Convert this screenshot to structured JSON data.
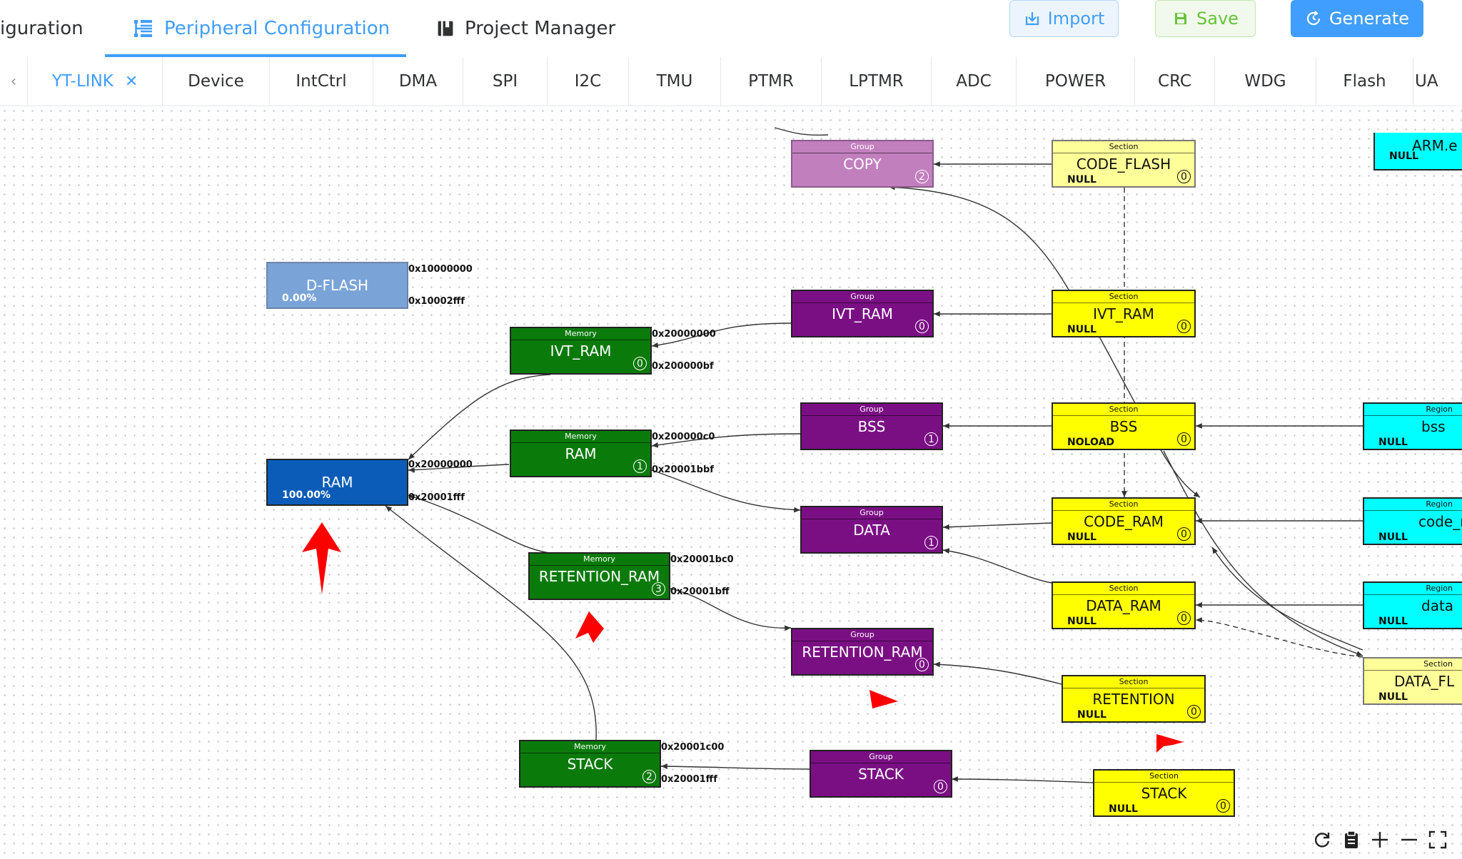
{
  "header": {
    "tabs": [
      {
        "label": "iguration"
      },
      {
        "label": "Peripheral Configuration"
      },
      {
        "label": "Project Manager"
      }
    ],
    "buttons": {
      "import": "Import",
      "save": "Save",
      "generate": "Generate"
    }
  },
  "peripheral_tabs": [
    "YT-LINK",
    "Device",
    "IntCtrl",
    "DMA",
    "SPI",
    "I2C",
    "TMU",
    "PTMR",
    "LPTMR",
    "ADC",
    "POWER",
    "CRC",
    "WDG",
    "Flash",
    "UA"
  ],
  "diagram": {
    "physical": [
      {
        "name": "D-FLASH",
        "usage": "0.00%",
        "start": "0x10000000",
        "end": "0x10002fff"
      },
      {
        "name": "RAM",
        "usage": "100.00%",
        "start": "0x20000000",
        "end": "0x20001fff"
      }
    ],
    "memories": [
      {
        "kind": "Memory",
        "name": "IVT_RAM",
        "count": "0",
        "start": "0x20000000",
        "end": "0x200000bf"
      },
      {
        "kind": "Memory",
        "name": "RAM",
        "count": "1",
        "start": "0x200000c0",
        "end": "0x20001bbf"
      },
      {
        "kind": "Memory",
        "name": "RETENTION_RAM",
        "count": "3",
        "start": "0x20001bc0",
        "end": "0x20001bff"
      },
      {
        "kind": "Memory",
        "name": "STACK",
        "count": "2",
        "start": "0x20001c00",
        "end": "0x20001fff"
      }
    ],
    "groups": [
      {
        "kind": "Group",
        "name": "COPY",
        "count": "2"
      },
      {
        "kind": "Group",
        "name": "IVT_RAM",
        "count": "0"
      },
      {
        "kind": "Group",
        "name": "BSS",
        "count": "1"
      },
      {
        "kind": "Group",
        "name": "DATA",
        "count": "1"
      },
      {
        "kind": "Group",
        "name": "RETENTION_RAM",
        "count": "0"
      },
      {
        "kind": "Group",
        "name": "STACK",
        "count": "0"
      }
    ],
    "sections": [
      {
        "kind": "Section",
        "name": "CODE_FLASH",
        "attr": "NULL",
        "count": "0"
      },
      {
        "kind": "Section",
        "name": "IVT_RAM",
        "attr": "NULL",
        "count": "0"
      },
      {
        "kind": "Section",
        "name": "BSS",
        "attr": "NOLOAD",
        "count": "0"
      },
      {
        "kind": "Section",
        "name": "CODE_RAM",
        "attr": "NULL",
        "count": "0"
      },
      {
        "kind": "Section",
        "name": "DATA_RAM",
        "attr": "NULL",
        "count": "0"
      },
      {
        "kind": "Section",
        "name": "RETENTION",
        "attr": "NULL",
        "count": "0"
      },
      {
        "kind": "Section",
        "name": "STACK",
        "attr": "NULL",
        "count": "0"
      }
    ],
    "regions": [
      {
        "kind": "",
        "name": "ARM.e",
        "attr": "NULL"
      },
      {
        "kind": "Region",
        "name": "bss",
        "attr": "NULL"
      },
      {
        "kind": "Region",
        "name": "code_ra",
        "attr": "NULL"
      },
      {
        "kind": "Region",
        "name": "data",
        "attr": "NULL"
      },
      {
        "kind": "Section",
        "name": "DATA_FL",
        "attr": "NULL"
      }
    ]
  },
  "colors": {
    "accent": "#409eff",
    "memory": "#0a7a0a",
    "group": "#7a0f84",
    "section": "#ffff00",
    "region": "#00ffff",
    "physical": "#0b5cb8",
    "arrow": "#ff0000"
  },
  "icons": {
    "peripheral": "peripheral-config-icon",
    "project": "project-manager-icon",
    "import": "import-icon",
    "save": "save-icon",
    "generate": "generate-icon",
    "toolbar": [
      "reset-icon",
      "clipboard-icon",
      "zoom-in-icon",
      "zoom-out-icon",
      "fullscreen-icon"
    ]
  }
}
